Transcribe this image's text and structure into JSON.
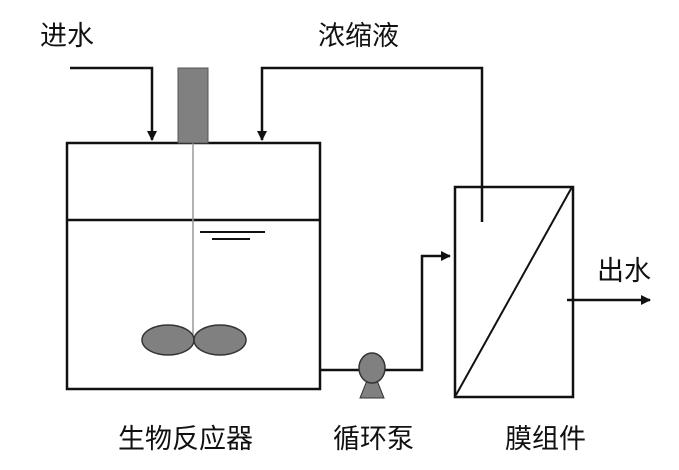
{
  "labels": {
    "inlet": "进水",
    "concentrate": "浓缩液",
    "outlet": "出水",
    "bioreactor": "生物反应器",
    "pump": "循环泵",
    "membrane": "膜组件"
  },
  "colors": {
    "line": "#111111",
    "fill": "#808080"
  }
}
